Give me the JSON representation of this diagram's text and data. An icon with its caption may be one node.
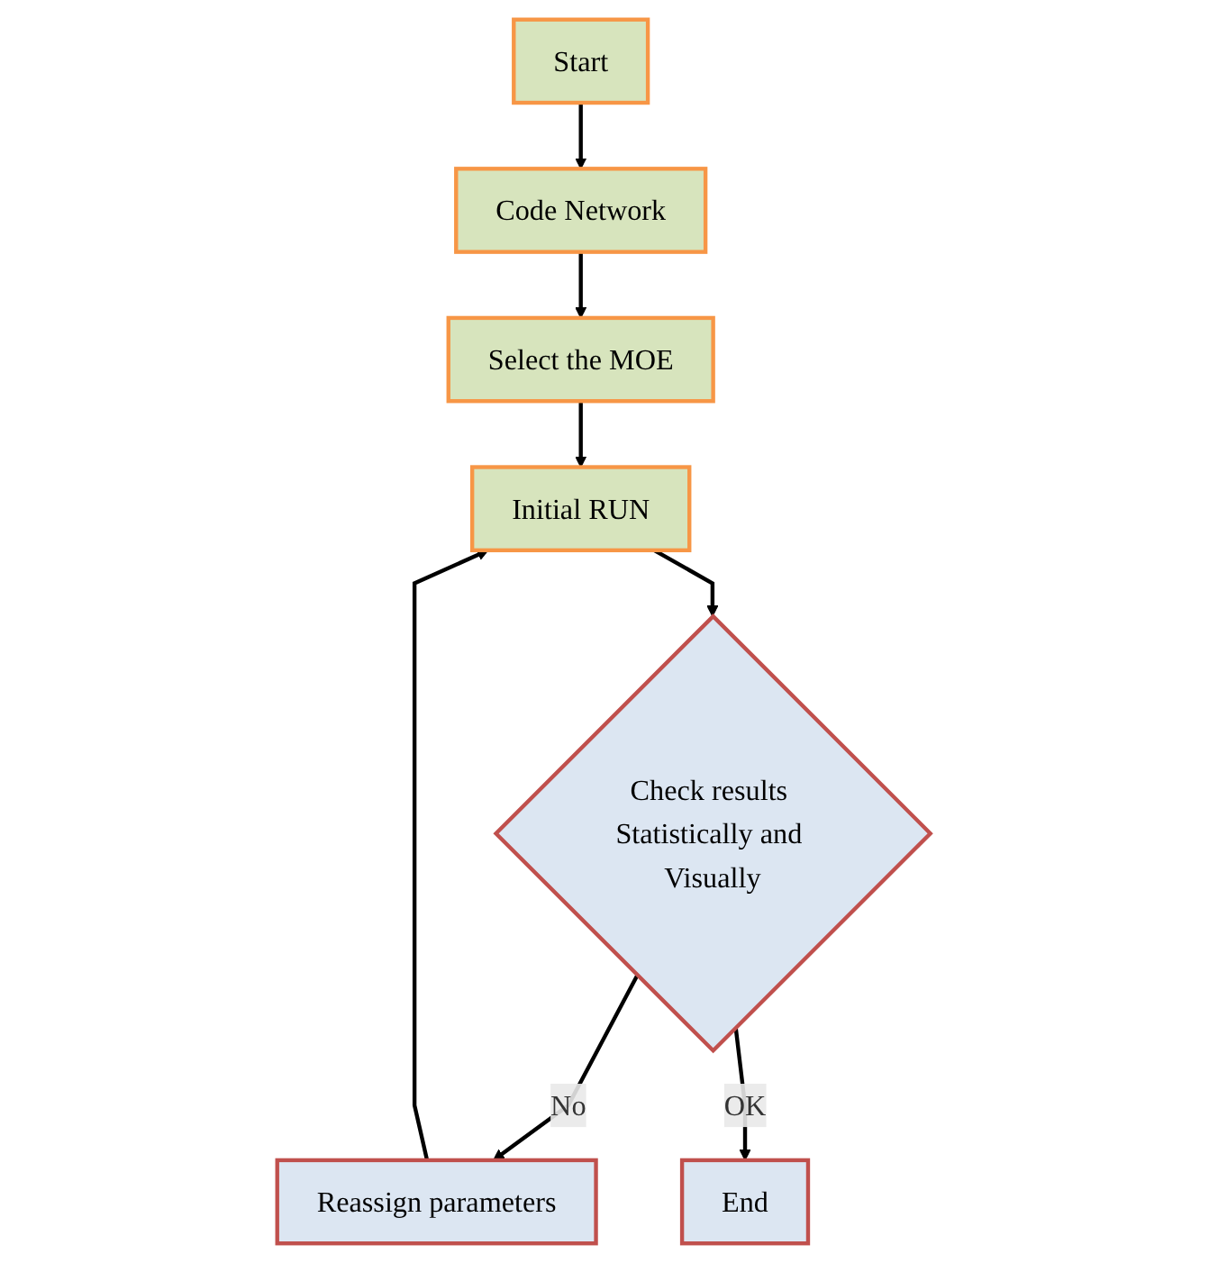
{
  "diagram": {
    "nodes": [
      {
        "text": [
          "Start"
        ]
      },
      {
        "text": [
          "Code Network"
        ]
      },
      {
        "text": [
          "Select the MOE"
        ]
      },
      {
        "text": [
          "Initial RUN"
        ]
      },
      {
        "text": [
          "Check results Statistically and Visually"
        ]
      },
      {
        "text": [
          "Reassign parameters"
        ]
      },
      {
        "text": [
          "End"
        ]
      }
    ],
    "edges": [
      {
        "from": 0,
        "to": 1,
        "arrow": "to"
      },
      {
        "from": 1,
        "to": 2,
        "arrow": "to"
      },
      {
        "from": 2,
        "to": 3,
        "arrow": "to"
      },
      {
        "from": 3,
        "to": 4,
        "arrow": "to"
      },
      {
        "from": 4,
        "to": 5,
        "arrow": "to",
        "label": "No"
      },
      {
        "from": 5,
        "to": 3,
        "arrow": "to"
      },
      {
        "from": 4,
        "to": 6,
        "arrow": "to",
        "label": "OK"
      }
    ]
  }
}
